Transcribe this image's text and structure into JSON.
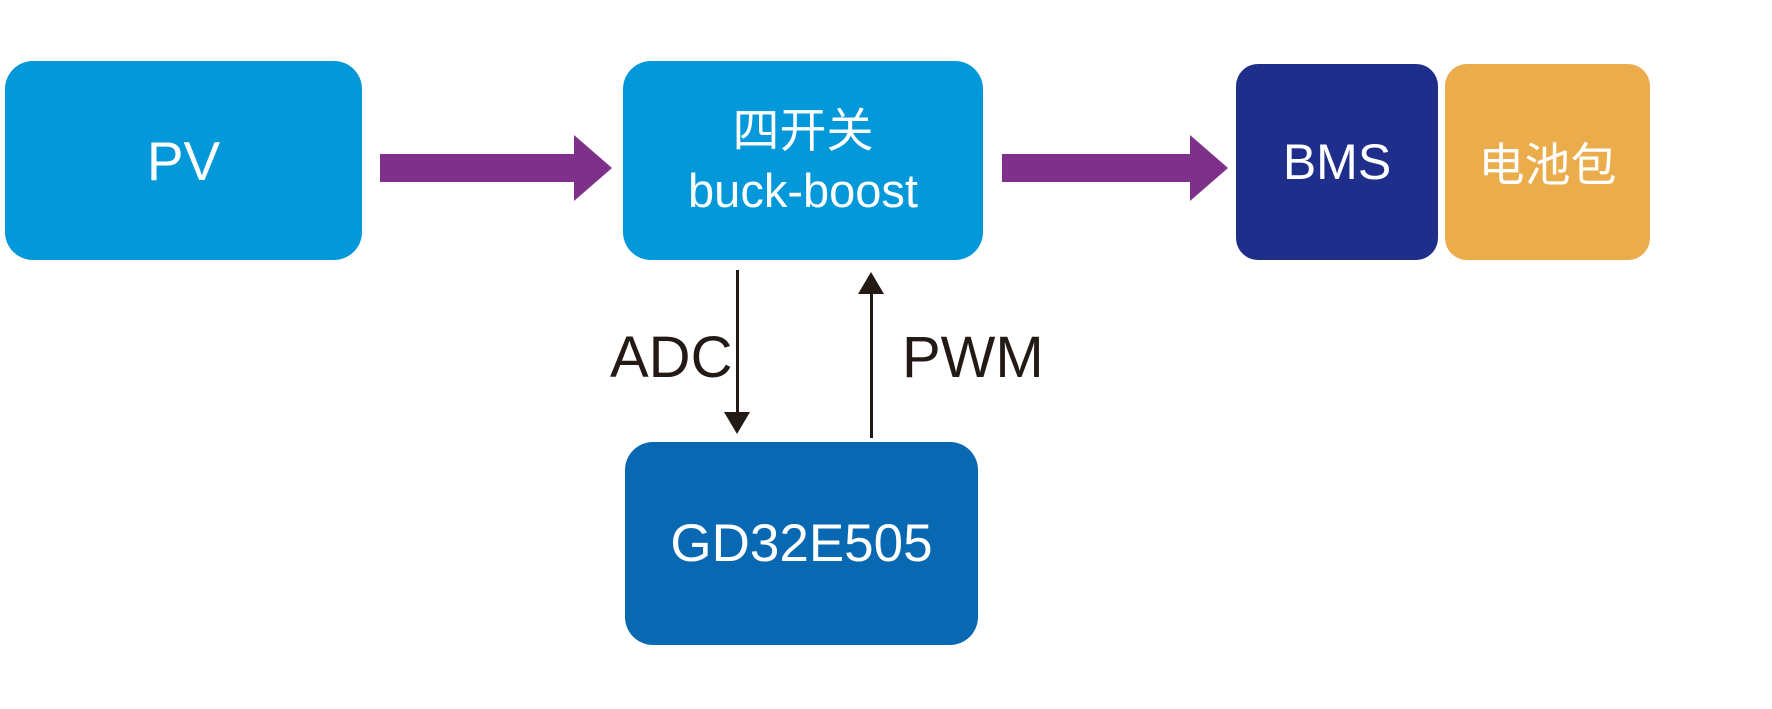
{
  "diagram": {
    "title_hint": "PV charging system block diagram",
    "blocks": {
      "pv": {
        "label": "PV",
        "color": "#0398DA"
      },
      "buck_boost": {
        "label_line1": "四开关",
        "label_line2": "buck-boost",
        "color": "#0398DA"
      },
      "bms": {
        "label": "BMS",
        "color": "#202E8B"
      },
      "battery_pack": {
        "label": "电池包",
        "color": "#EBAC4B"
      },
      "mcu": {
        "label": "GD32E505",
        "color": "#0968B2"
      }
    },
    "signals": {
      "adc_label": "ADC",
      "pwm_label": "PWM"
    },
    "flows": [
      {
        "from": "pv",
        "to": "buck_boost"
      },
      {
        "from": "buck_boost",
        "to": "bms"
      }
    ]
  },
  "colors": {
    "light-blue": "#0398DA",
    "mid-blue": "#0968B2",
    "navy": "#202E8B",
    "orange": "#EBAC4B",
    "purple": "#7D3189",
    "ink": "#231A16",
    "background": "#FFFFFF",
    "text-white": "#FFFFFF"
  }
}
